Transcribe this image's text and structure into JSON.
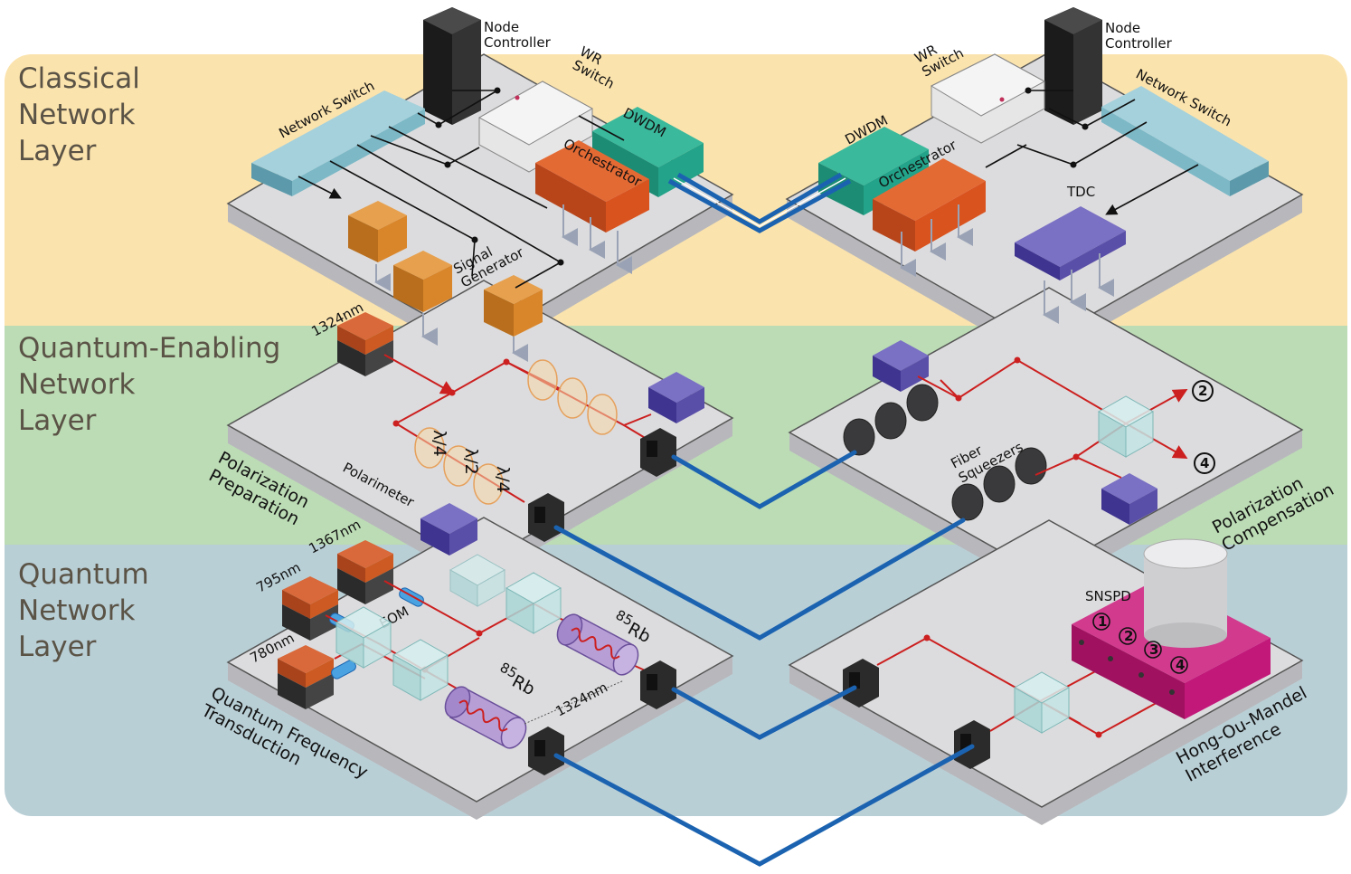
{
  "layers": {
    "classical": "Classical\nNetwork\nLayer",
    "enabling": "Quantum-Enabling\nNetwork\nLayer",
    "quantum": "Quantum\nNetwork\nLayer"
  },
  "classical_left": {
    "node_controller": "Node\nController",
    "wr_switch": "WR\nSwitch",
    "network_switch": "Network Switch",
    "dwdm": "DWDM",
    "orchestrator": "Orchestrator",
    "signal_generator": "Signal\nGenerator"
  },
  "classical_right": {
    "node_controller": "Node\nController",
    "wr_switch": "WR\nSwitch",
    "network_switch": "Network Switch",
    "dwdm": "DWDM",
    "orchestrator": "Orchestrator",
    "tdc": "TDC"
  },
  "enabling_left": {
    "laser": "1324nm",
    "quarter_wave_1": "λ\n4",
    "half_wave": "λ\n2",
    "quarter_wave_2": "λ\n4",
    "polarimeter": "Polarimeter",
    "section": "Polarization\nPreparation"
  },
  "enabling_right": {
    "fiber_squeezers": "Fiber\nSqueezers",
    "section": "Polarization\nCompensation",
    "port_2": "2",
    "port_4": "4"
  },
  "quantum_left": {
    "laser_795": "795nm",
    "laser_1367": "1367nm",
    "laser_780": "780nm",
    "eom": "EOM",
    "rb_cell_1": "85Rb",
    "rb_cell_2": "85Rb",
    "rb_mass": "85",
    "rb_sym": "Rb",
    "wavelength_out": "1324nm",
    "section": "Quantum Frequency\nTransduction"
  },
  "quantum_right": {
    "snspd": "SNSPD",
    "ch1": "1",
    "ch2": "2",
    "ch3": "3",
    "ch4": "4",
    "section": "Hong-Ou-Mandel\nInterference"
  },
  "colors": {
    "classical_band": "#fbe3ad",
    "enabling_band": "#bcdcb5",
    "quantum_band": "#b9cfd6",
    "platform": "#dcdcde",
    "network_switch": "#7cb8c6",
    "dwdm": "#23a389",
    "orchestrator": "#d9531f",
    "signal_generator": "#d9862b",
    "tdc": "#5a4fa8",
    "laser_top": "#cc5a22",
    "snspd": "#c2187a",
    "fiber": "#1b63b0",
    "beam": "#cc1f1f"
  }
}
